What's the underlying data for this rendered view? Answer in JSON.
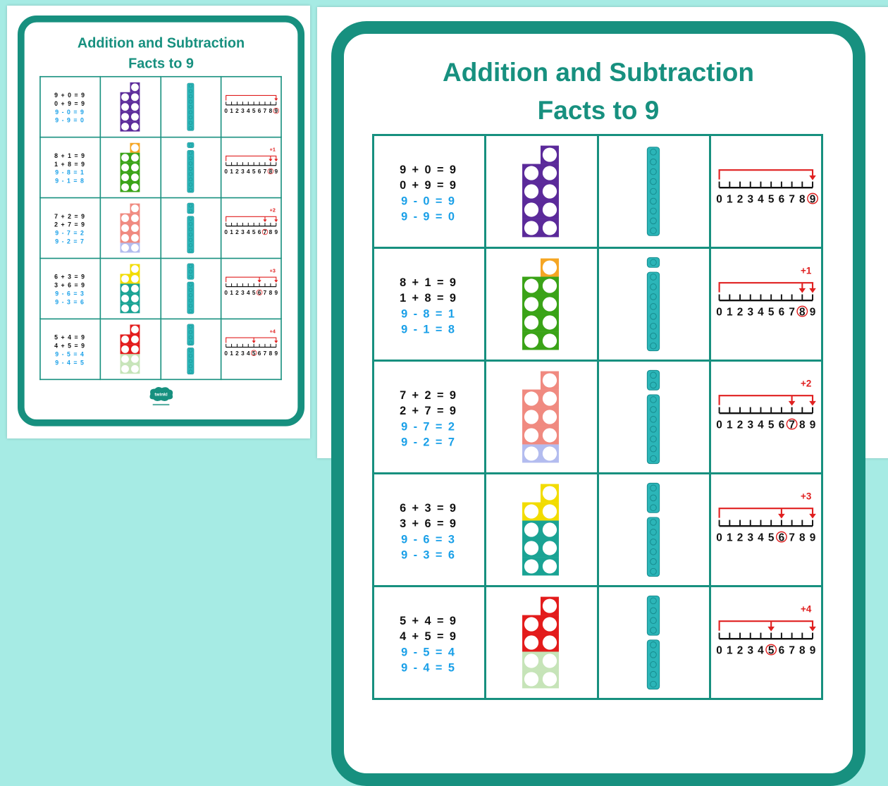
{
  "title": {
    "line1": "Addition and Subtraction",
    "line2": "Facts to 9"
  },
  "colors": {
    "frame": "#17907f",
    "addition_text": "#111111",
    "subtraction_text": "#1aa0e8",
    "cubes": "#2bb5b8",
    "number_line_arrow": "#e02020",
    "background": "#a6ebe4"
  },
  "number_line": {
    "labels": [
      "0",
      "1",
      "2",
      "3",
      "4",
      "5",
      "6",
      "7",
      "8",
      "9"
    ]
  },
  "rows": [
    {
      "facts": [
        "9 + 0 = 9",
        "0 + 9 = 9",
        "9 - 0 = 9",
        "9 - 9 = 0"
      ],
      "numicon": [
        {
          "value": 9,
          "color": "#5b2a9a"
        }
      ],
      "cubes": [
        9
      ],
      "jump_label": "",
      "jump_from": 9,
      "circled": 9
    },
    {
      "facts": [
        "8 + 1 = 9",
        "1 + 8 = 9",
        "9 - 8 = 1",
        "9 - 1 = 8"
      ],
      "numicon": [
        {
          "value": 1,
          "color": "#f5a623"
        },
        {
          "value": 8,
          "color": "#3aa317"
        }
      ],
      "cubes": [
        1,
        8
      ],
      "jump_label": "+1",
      "jump_from": 8,
      "circled": 8
    },
    {
      "facts": [
        "7 + 2 = 9",
        "2 + 7 = 9",
        "9 - 7 = 2",
        "9 - 2 = 7"
      ],
      "numicon": [
        {
          "value": 7,
          "color": "#f08a80"
        },
        {
          "value": 2,
          "color": "#b3bcef"
        }
      ],
      "cubes": [
        2,
        7
      ],
      "jump_label": "+2",
      "jump_from": 7,
      "circled": 7
    },
    {
      "facts": [
        "6 + 3 = 9",
        "3 + 6 = 9",
        "9 - 6 = 3",
        "9 - 3 = 6"
      ],
      "numicon": [
        {
          "value": 3,
          "color": "#f2dc00"
        },
        {
          "value": 6,
          "color": "#1aa394"
        }
      ],
      "cubes": [
        3,
        6
      ],
      "jump_label": "+3",
      "jump_from": 6,
      "circled": 6
    },
    {
      "facts": [
        "5 + 4 = 9",
        "4 + 5 = 9",
        "9 - 5 = 4",
        "9 - 4 = 5"
      ],
      "numicon": [
        {
          "value": 5,
          "color": "#e31b1b"
        },
        {
          "value": 4,
          "color": "#c6e4b8"
        }
      ],
      "cubes": [
        4,
        5
      ],
      "jump_label": "+4",
      "jump_from": 5,
      "circled": 5
    }
  ],
  "logo": "twinkl"
}
